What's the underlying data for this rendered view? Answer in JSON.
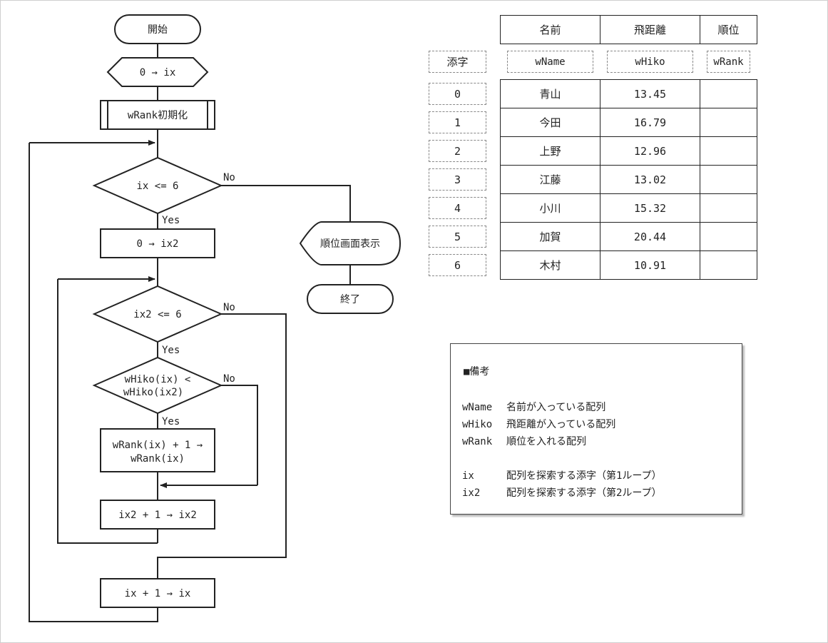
{
  "flowchart": {
    "start": "開始",
    "init_ix": "0 → ix",
    "init_wrank": "wRank初期化",
    "cond1": "ix <= 6",
    "cond1_no": "No",
    "cond1_yes": "Yes",
    "init_ix2": "0 → ix2",
    "display": "順位画面表示",
    "end": "終了",
    "cond2": "ix2 <= 6",
    "cond2_no": "No",
    "cond2_yes": "Yes",
    "cond3_line1": "wHiko(ix) <",
    "cond3_line2": "wHiko(ix2)",
    "cond3_no": "No",
    "cond3_yes": "Yes",
    "rank_inc_line1": "wRank(ix) + 1 →",
    "rank_inc_line2": "wRank(ix)",
    "inc_ix2": "ix2 + 1 → ix2",
    "inc_ix": "ix + 1 → ix"
  },
  "table": {
    "headers": [
      "名前",
      "飛距離",
      "順位"
    ],
    "index_label": "添字",
    "array_names": [
      "wName",
      "wHiko",
      "wRank"
    ],
    "rows": [
      {
        "index": "0",
        "name": "青山",
        "distance": "13.45",
        "rank": ""
      },
      {
        "index": "1",
        "name": "今田",
        "distance": "16.79",
        "rank": ""
      },
      {
        "index": "2",
        "name": "上野",
        "distance": "12.96",
        "rank": ""
      },
      {
        "index": "3",
        "name": "江藤",
        "distance": "13.02",
        "rank": ""
      },
      {
        "index": "4",
        "name": "小川",
        "distance": "15.32",
        "rank": ""
      },
      {
        "index": "5",
        "name": "加賀",
        "distance": "20.44",
        "rank": ""
      },
      {
        "index": "6",
        "name": "木村",
        "distance": "10.91",
        "rank": ""
      }
    ]
  },
  "notes": {
    "title": "■備考",
    "items": [
      {
        "key": "wName",
        "desc": "名前が入っている配列"
      },
      {
        "key": "wHiko",
        "desc": "飛距離が入っている配列"
      },
      {
        "key": "wRank",
        "desc": "順位を入れる配列"
      },
      {
        "key": "ix",
        "desc": "配列を探索する添字（第1ループ）"
      },
      {
        "key": "ix2",
        "desc": "配列を探索する添字（第2ループ）"
      }
    ]
  }
}
